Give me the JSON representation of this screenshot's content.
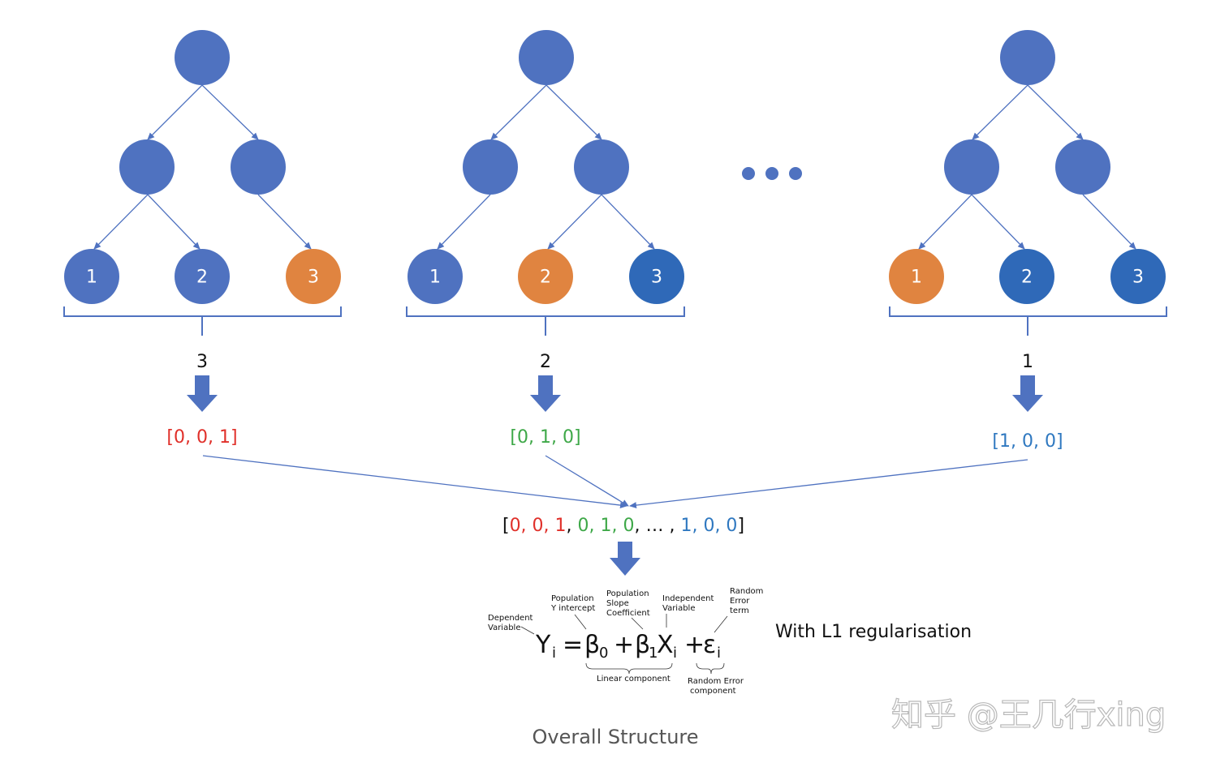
{
  "trees": [
    {
      "leaves": [
        "1",
        "2",
        "3"
      ],
      "leaf_colors": [
        "#4f72c0",
        "#4f72c0",
        "#e08440"
      ],
      "count": "3",
      "vector": "[0, 0, 1]",
      "vector_color": "#e0302a"
    },
    {
      "leaves": [
        "1",
        "2",
        "3"
      ],
      "leaf_colors": [
        "#4f72c0",
        "#e08440",
        "#2f69b8"
      ],
      "count": "2",
      "vector": "[0, 1, 0]",
      "vector_color": "#3ea848"
    },
    {
      "leaves": [
        "1",
        "2",
        "3"
      ],
      "leaf_colors": [
        "#e08440",
        "#2f69b8",
        "#2f69b8"
      ],
      "count": "1",
      "vector": "[1, 0, 0]",
      "vector_color": "#2f78c0"
    }
  ],
  "ellipsis": "• • •",
  "combined_vector": {
    "parts": [
      {
        "text": "[",
        "color": "black"
      },
      {
        "text": "0, 0, 1",
        "color": "red"
      },
      {
        "text": ", ",
        "color": "black"
      },
      {
        "text": "0, 1, 0",
        "color": "green"
      },
      {
        "text": ", … , ",
        "color": "black"
      },
      {
        "text": "1, 0, 0",
        "color": "blue"
      },
      {
        "text": "]",
        "color": "black"
      }
    ]
  },
  "equation": {
    "Y": "Y",
    "i1": "i",
    "eq": "=",
    "b0": "β",
    "s0": "0",
    "plus1": "+",
    "b1": "β",
    "s1": "1",
    "X": "X",
    "i2": "i",
    "plus2": "+",
    "eps": "ε",
    "i3": "i",
    "notes": {
      "dependent_1": "Dependent",
      "dependent_2": "Variable",
      "intercept_1": "Population",
      "intercept_2": "Y  intercept",
      "slope_1": "Population",
      "slope_2": "Slope",
      "slope_3": "Coefficient",
      "indep_1": "Independent",
      "indep_2": "Variable",
      "error_1": "Random",
      "error_2": "Error",
      "error_3": "term",
      "linear": "Linear component",
      "random_1": "Random Error",
      "random_2": "component"
    }
  },
  "regularisation": "With L1 regularisation",
  "caption": "Overall Structure",
  "watermark": "知乎 @王几行xing",
  "colors": {
    "node_blue": "#4f72c0",
    "node_orange": "#e08440",
    "node_dark_blue": "#2f69b8",
    "red": "#e0302a",
    "green": "#3ea848",
    "blue": "#2f78c0"
  }
}
